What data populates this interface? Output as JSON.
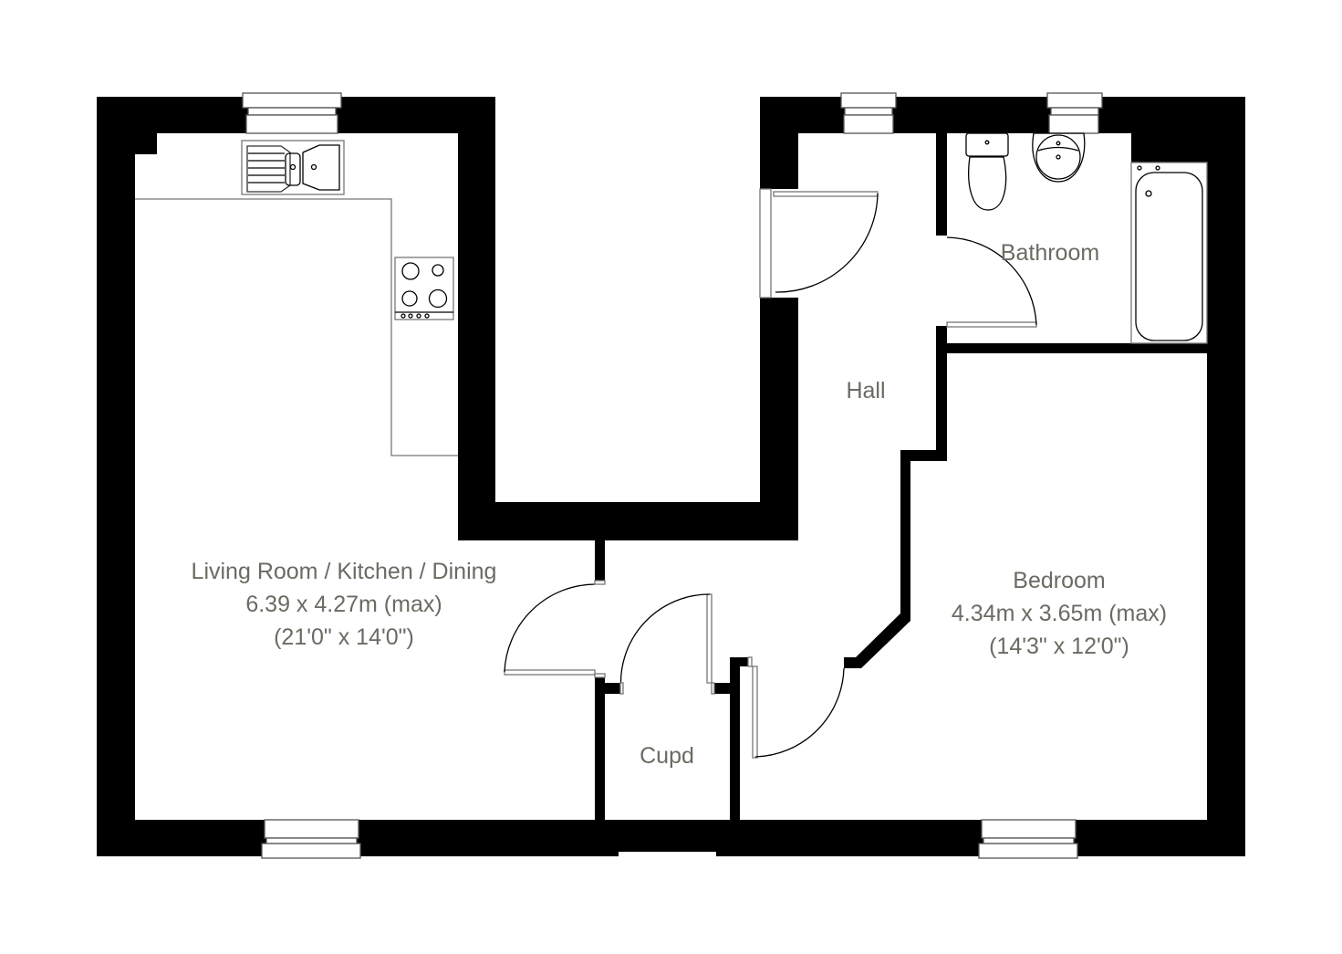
{
  "rooms": {
    "living": {
      "name": "Living Room / Kitchen / Dining",
      "size_metric": "6.39 x 4.27m (max)",
      "size_imperial": "(21'0\" x 14'0\")"
    },
    "bedroom": {
      "name": "Bedroom",
      "size_metric": "4.34m x 3.65m (max)",
      "size_imperial": "(14'3\" x 12'0\")"
    },
    "bathroom": {
      "name": "Bathroom"
    },
    "hall": {
      "name": "Hall"
    },
    "cupboard": {
      "name": "Cupd"
    }
  },
  "colors": {
    "walls": "#000000",
    "labels": "#6b6b63",
    "background": "#ffffff"
  }
}
